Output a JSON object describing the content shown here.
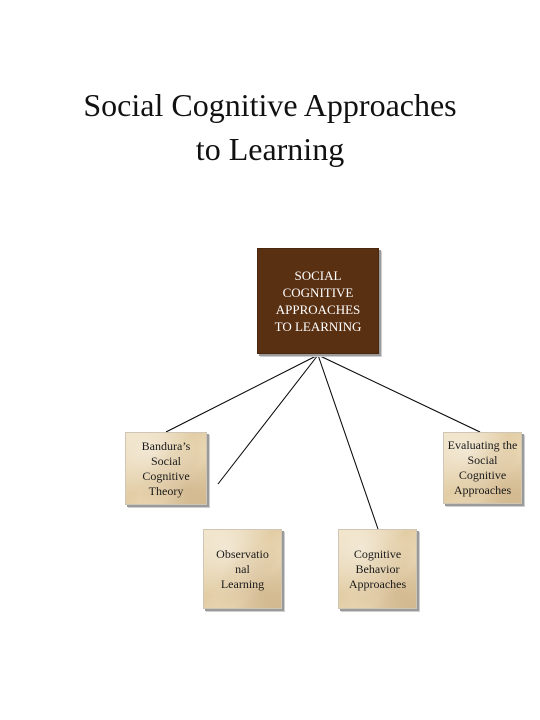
{
  "title": "Social Cognitive Approaches\nto Learning",
  "diagram": {
    "root": {
      "label": "SOCIAL\nCOGNITIVE\nAPPROACHES\nTO LEARNING",
      "color": "#5a3013"
    },
    "children": [
      {
        "label": "Bandura’s Social\nCognitive Theory"
      },
      {
        "label": "Observatio\nnal\nLearning"
      },
      {
        "label": "Cognitive\nBehavior\nApproaches"
      },
      {
        "label": "Evaluating the\nSocial Cognitive\nApproaches"
      }
    ]
  }
}
